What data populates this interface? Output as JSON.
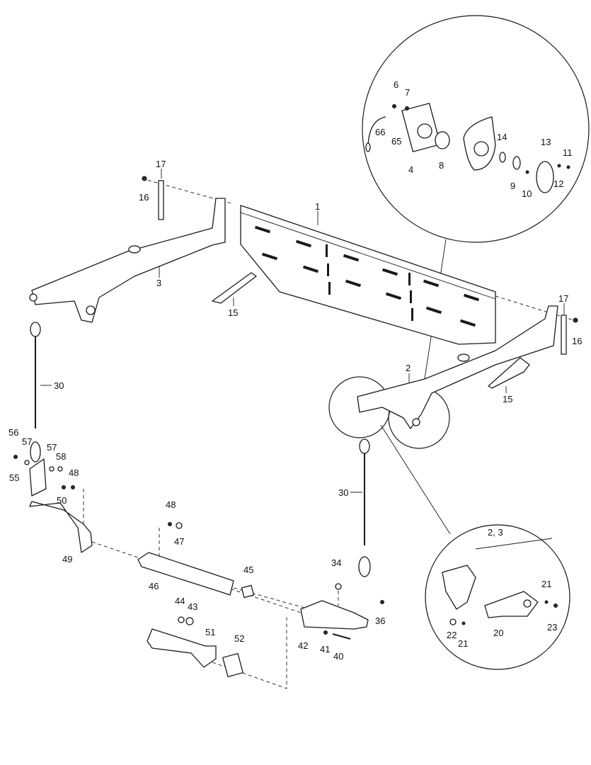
{
  "labels": {
    "l1": "1",
    "l2": "2",
    "l3": "3",
    "l4": "4",
    "l6": "6",
    "l7": "7",
    "l8": "8",
    "l9": "9",
    "l10": "10",
    "l11": "11",
    "l12": "12",
    "l13": "13",
    "l14": "14",
    "l15a": "15",
    "l15b": "15",
    "l16a": "16",
    "l16b": "16",
    "l17a": "17",
    "l17b": "17",
    "l20": "20",
    "l21a": "21",
    "l21b": "21",
    "l22": "22",
    "l23": "23",
    "l23c": "2, 3",
    "l30a": "30",
    "l30b": "30",
    "l34": "34",
    "l36": "36",
    "l40": "40",
    "l41": "41",
    "l42": "42",
    "l43": "43",
    "l44": "44",
    "l45": "45",
    "l46": "46",
    "l47": "47",
    "l48a": "48",
    "l48b": "48",
    "l49": "49",
    "l50": "50",
    "l51": "51",
    "l52": "52",
    "l55": "55",
    "l56": "56",
    "l57a": "57",
    "l57b": "57",
    "l58": "58",
    "l65": "65",
    "l66": "66"
  }
}
